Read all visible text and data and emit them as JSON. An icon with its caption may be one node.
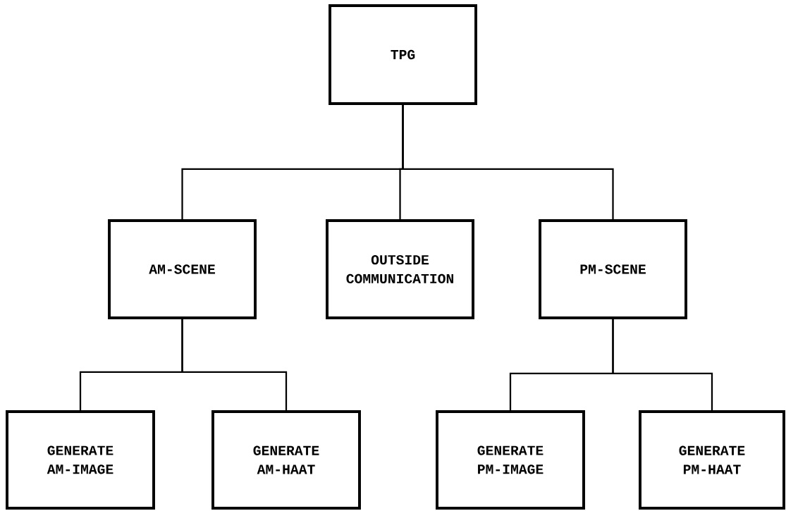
{
  "diagram": {
    "nodes": [
      {
        "text": [
          "TPG"
        ]
      },
      {
        "text": [
          "AM-SCENE"
        ]
      },
      {
        "text": [
          "OUTSIDE COMMUNICATION"
        ]
      },
      {
        "text": [
          "PM-SCENE"
        ]
      },
      {
        "text": [
          "GENERATE AM-IMAGE"
        ]
      },
      {
        "text": [
          "GENERATE AM-HAAT"
        ]
      },
      {
        "text": [
          "GENERATE PM-IMAGE"
        ]
      },
      {
        "text": [
          "GENERATE PM-HAAT"
        ]
      }
    ],
    "edges": [
      {
        "from": 0,
        "to": 1,
        "arrow": "none"
      },
      {
        "from": 0,
        "to": 2,
        "arrow": "none"
      },
      {
        "from": 0,
        "to": 3,
        "arrow": "none"
      },
      {
        "from": 1,
        "to": 4,
        "arrow": "none"
      },
      {
        "from": 1,
        "to": 5,
        "arrow": "none"
      },
      {
        "from": 3,
        "to": 6,
        "arrow": "none"
      },
      {
        "from": 3,
        "to": 7,
        "arrow": "none"
      }
    ]
  }
}
